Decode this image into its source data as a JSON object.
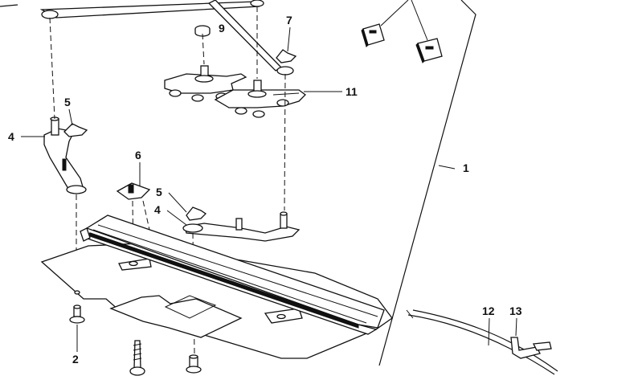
{
  "labels": {
    "p1": "1",
    "p2": "2",
    "p4a": "4",
    "p4b": "4",
    "p5a": "5",
    "p5b": "5",
    "p6": "6",
    "p7": "7",
    "p9": "9",
    "p11": "11",
    "p12": "12",
    "p13": "13"
  }
}
